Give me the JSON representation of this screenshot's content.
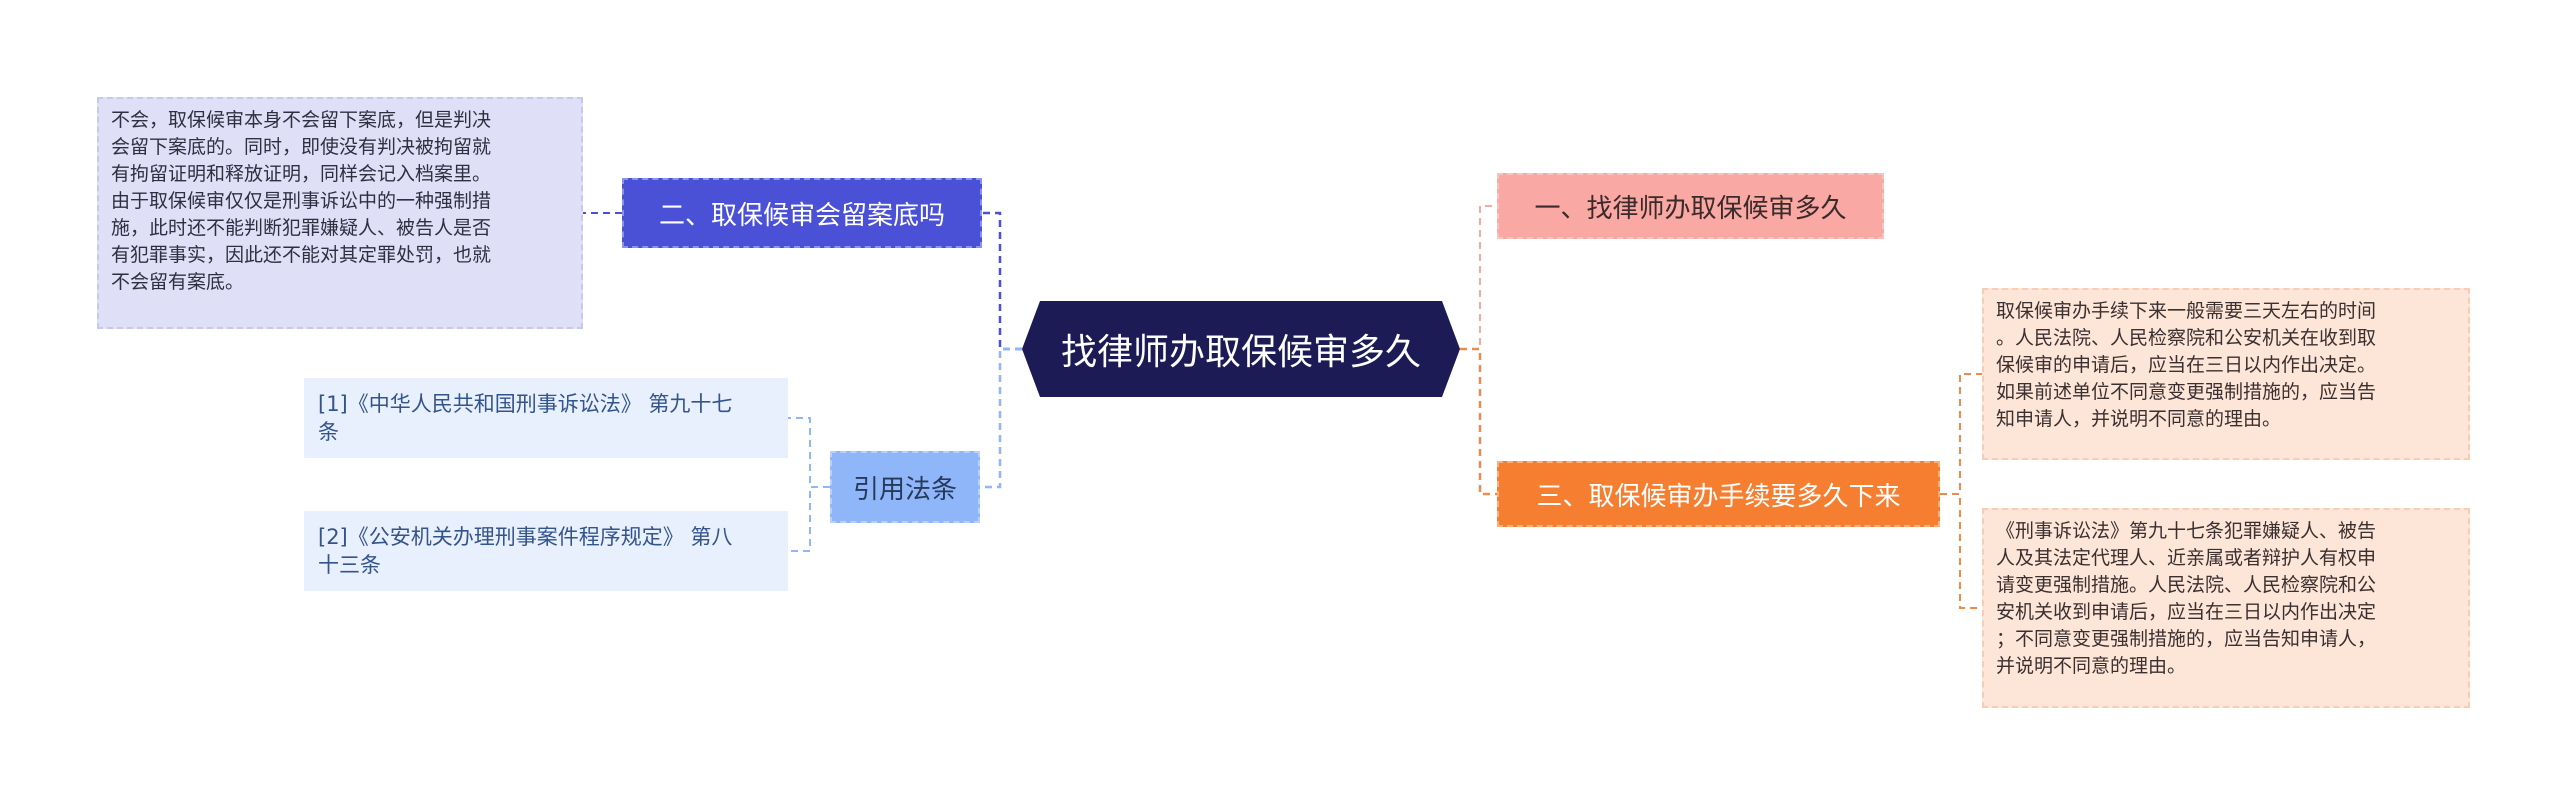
{
  "root": {
    "label": "找律师办取保候审多久"
  },
  "branches": [
    {
      "label": "一、找律师办取保候审多久",
      "color": "#f9a8a4"
    },
    {
      "label": "二、取保候审会留案底吗",
      "color": "#4a51d6"
    },
    {
      "label": "三、取保候审办手续要多久下来",
      "color": "#f57e30"
    },
    {
      "label": "引用法条",
      "color": "#8fb6f9"
    }
  ],
  "leaves": {
    "case_record": [
      "不会，取保候审本身不会留下案底，但是判决",
      "会留下案底的。同时，即使没有判决被拘留就",
      "有拘留证明和释放证明，同样会记入档案里。",
      "由于取保候审仅仅是刑事诉讼中的一种强制措",
      "施，此时还不能判断犯罪嫌疑人、被告人是否",
      "有犯罪事实，因此还不能对其定罪处罚，也就",
      "不会留有案底。"
    ],
    "procedure_time": [
      "取保候审办手续下来一般需要三天左右的时间",
      "。人民法院、人民检察院和公安机关在收到取",
      "保候审的申请后，应当在三日以内作出决定。",
      "如果前述单位不同意变更强制措施的，应当告",
      "知申请人，并说明不同意的理由。"
    ],
    "law_article": [
      "《刑事诉讼法》第九十七条犯罪嫌疑人、被告",
      "人及其法定代理人、近亲属或者辩护人有权申",
      "请变更强制措施。人民法院、人民检察院和公",
      "安机关收到申请后，应当在三日以内作出决定",
      "；不同意变更强制措施的，应当告知申请人，",
      "并说明不同意的理由。"
    ],
    "citations": [
      [
        "[1]《中华人民共和国刑事诉讼法》 第九十七",
        "条"
      ],
      [
        "[2]《公安机关办理刑事案件程序规定》 第八",
        "十三条"
      ]
    ]
  },
  "colors": {
    "root_bg": "#1d1b55",
    "connector_right_top": "#f4a9a2",
    "connector_right_bottom": "#f08a4b",
    "connector_left_top": "#4a51d6",
    "connector_left_bottom": "#8fb6f9"
  }
}
